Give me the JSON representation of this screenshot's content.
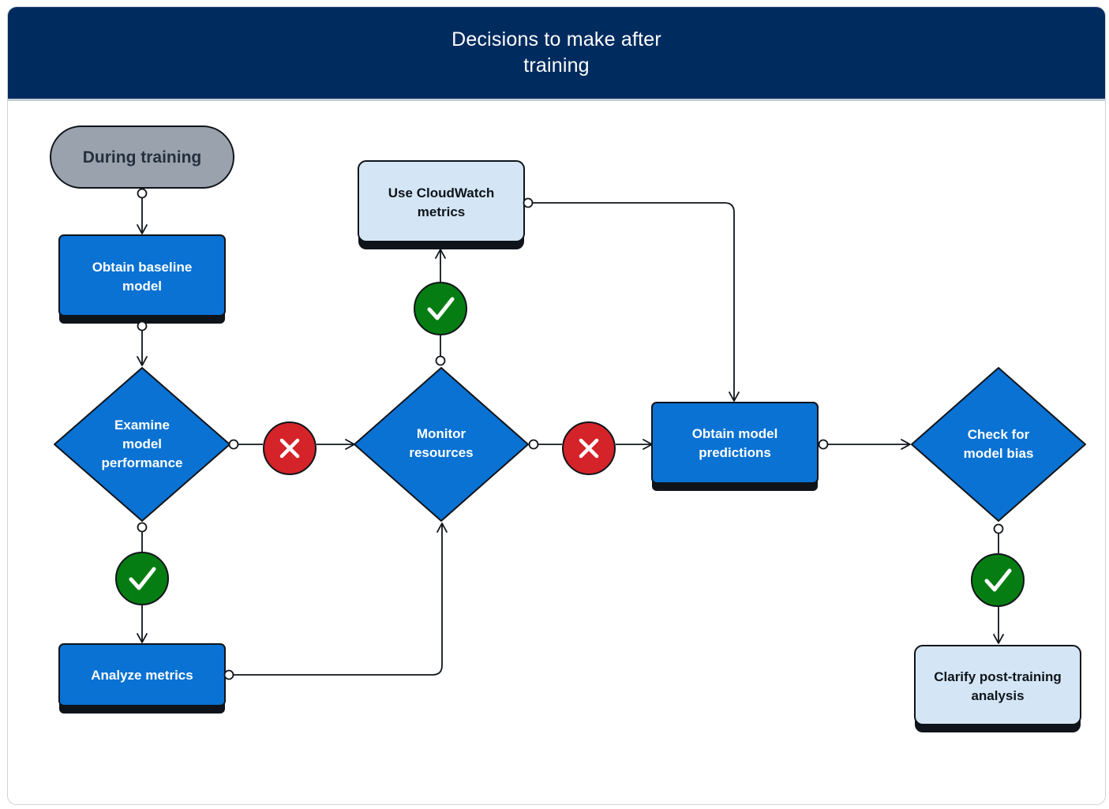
{
  "title": "Decisions to make after training",
  "nodes": {
    "during_training": "During training",
    "obtain_baseline": [
      "Obtain baseline",
      "model"
    ],
    "examine_performance": [
      "Examine",
      "model",
      "performance"
    ],
    "analyze_metrics": "Analyze metrics",
    "monitor_resources": [
      "Monitor",
      "resources"
    ],
    "use_cloudwatch": [
      "Use CloudWatch",
      "metrics"
    ],
    "obtain_predictions": [
      "Obtain model",
      "predictions"
    ],
    "check_bias": [
      "Check for",
      "model bias"
    ],
    "clarify_analysis": [
      "Clarify post-training",
      "analysis"
    ]
  },
  "decisions": {
    "yes_icon": "check-icon",
    "no_icon": "x-icon"
  },
  "colors": {
    "header_bg": "#002b5e",
    "process_blue": "#0972d3",
    "light_box": "#d4e6f5",
    "terminal_gray": "#9aa3ad",
    "yes_green": "#067d12",
    "no_red": "#d42329",
    "outline": "#0f141a"
  }
}
